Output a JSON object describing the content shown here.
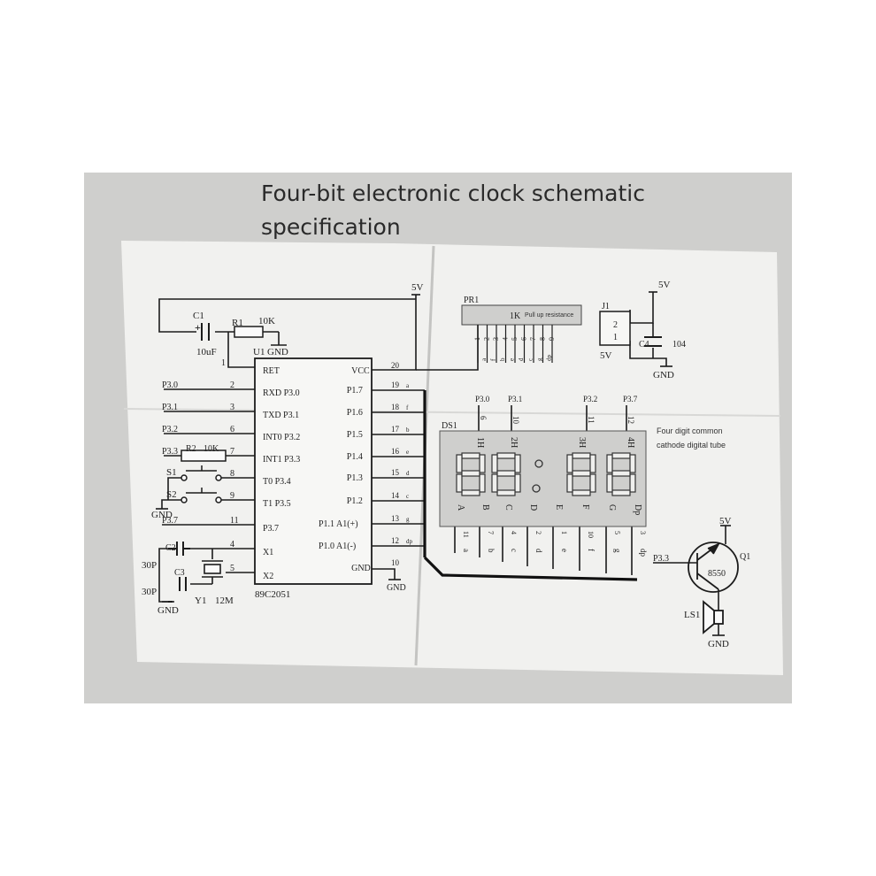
{
  "title": {
    "line1": "Four-bit electronic clock schematic",
    "line2": "specification"
  },
  "power": {
    "vcc5v_top": "5V",
    "vcc5v_right": "5V",
    "vcc5v_j1": "5V",
    "vcc5v_q1": "5V"
  },
  "ground": {
    "u1": "GND",
    "s2": "GND",
    "c3": "GND",
    "pin10": "GND",
    "c4": "GND",
    "ls1": "GND"
  },
  "components": {
    "c1": {
      "ref": "C1",
      "value": "10uF",
      "plus": "+"
    },
    "r1": {
      "ref": "R1",
      "value": "10K"
    },
    "u1": {
      "ref": "U1",
      "part": "89C2051"
    },
    "r2": {
      "ref": "R2",
      "value": "10K"
    },
    "s1": "S1",
    "s2": "S2",
    "c2": {
      "ref": "C2",
      "value": "30P"
    },
    "c3": {
      "ref": "C3",
      "value": "30P"
    },
    "y1": {
      "ref": "Y1",
      "value": "12M"
    },
    "pr1": {
      "ref": "PR1",
      "value": "1K",
      "note": "Pull up resistance"
    },
    "j1": {
      "ref": "J1",
      "pin2": "2",
      "pin1": "1"
    },
    "c4": {
      "ref": "C4",
      "value": "104"
    },
    "ds1": {
      "ref": "DS1",
      "note_line1": "Four digit common",
      "note_line2": "cathode digital tube"
    },
    "q1": {
      "ref": "Q1",
      "value": "8550"
    },
    "ls1": "LS1"
  },
  "ic_left_pins": [
    {
      "net": "",
      "num": "1",
      "name": "RET"
    },
    {
      "net": "P3.0",
      "num": "2",
      "name": "RXD P3.0"
    },
    {
      "net": "P3.1",
      "num": "3",
      "name": "TXD P3.1"
    },
    {
      "net": "P3.2",
      "num": "6",
      "name": "INT0 P3.2"
    },
    {
      "net": "P3.3",
      "num": "7",
      "name": "INT1 P3.3"
    },
    {
      "net": "",
      "num": "8",
      "name": "T0 P3.4"
    },
    {
      "net": "",
      "num": "9",
      "name": "T1 P3.5"
    },
    {
      "net": "P3.7",
      "num": "11",
      "name": "P3.7"
    },
    {
      "net": "",
      "num": "4",
      "name": "X1"
    },
    {
      "net": "",
      "num": "5",
      "name": "X2"
    }
  ],
  "ic_right_pins": [
    {
      "num": "20",
      "name": "VCC",
      "seg": ""
    },
    {
      "num": "19",
      "name": "P1.7",
      "seg": "a"
    },
    {
      "num": "18",
      "name": "P1.6",
      "seg": "f"
    },
    {
      "num": "17",
      "name": "P1.5",
      "seg": "b"
    },
    {
      "num": "16",
      "name": "P1.4",
      "seg": "e"
    },
    {
      "num": "15",
      "name": "P1.3",
      "seg": "d"
    },
    {
      "num": "14",
      "name": "P1.2",
      "seg": "c"
    },
    {
      "num": "13",
      "name": "P1.1 A1(+)",
      "seg": "g"
    },
    {
      "num": "12",
      "name": "P1.0 A1(-)",
      "seg": "dp"
    },
    {
      "num": "10",
      "name": "GND",
      "seg": ""
    }
  ],
  "pr1_pins": [
    "1",
    "2",
    "3",
    "4",
    "5",
    "6",
    "7",
    "8",
    "9"
  ],
  "pr1_bottom": [
    "a",
    "f",
    "b",
    "e",
    "d",
    "c",
    "g",
    "dp"
  ],
  "digit_nets": [
    {
      "net": "P3.0",
      "num": "6"
    },
    {
      "net": "P3.1",
      "num": "10"
    },
    {
      "net": "P3.2",
      "num": "11"
    },
    {
      "net": "P3.7",
      "num": "12"
    }
  ],
  "digit_labels": [
    "1H",
    "2H",
    "3H",
    "4H"
  ],
  "seg_letters": [
    "A",
    "B",
    "C",
    "D",
    "E",
    "F",
    "G",
    "Dp"
  ],
  "seg_pins": [
    "11",
    "7",
    "4",
    "2",
    "1",
    "10",
    "5",
    "3"
  ],
  "seg_nets": [
    "a",
    "b",
    "c",
    "d",
    "e",
    "f",
    "g",
    "dp"
  ],
  "q1_base_net": "P3.3"
}
